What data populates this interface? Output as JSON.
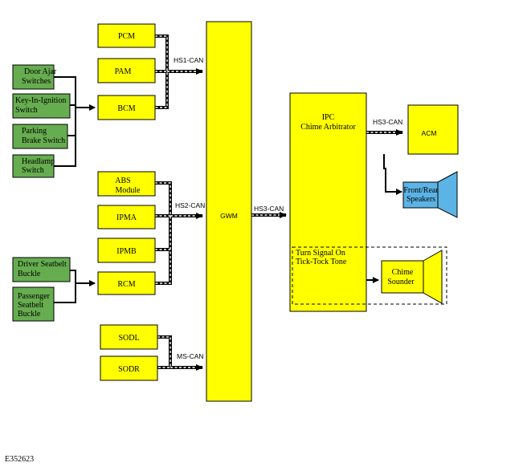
{
  "colors": {
    "module": "#FFFF00",
    "switch": "#66AD4F",
    "speaker": "#5BB4E5",
    "outline": "#000000",
    "can_bus": "#FFFFFF"
  },
  "modules": {
    "pcm": "PCM",
    "pam": "PAM",
    "bcm": "BCM",
    "abs_line1": "ABS",
    "abs_line2": "Module",
    "ipma": "IPMA",
    "ipmb": "IPMB",
    "rcm": "RCM",
    "sodl": "SODL",
    "sodr": "SODR",
    "gwm": "GWM",
    "ipc_line1": "IPC",
    "ipc_line2": "Chime Arbitrator",
    "acm": "ACM"
  },
  "switches": {
    "door_ajar_line1": "Door Ajar",
    "door_ajar_line2": "Switches",
    "key_in_ignition_line1": "Key-In-Ignition",
    "key_in_ignition_line2": "Switch",
    "parking_brake_line1": "Parking",
    "parking_brake_line2": "Brake Switch",
    "headlamp_line1": "Headlamp",
    "headlamp_line2": "Switch",
    "driver_seatbelt_line1": "Driver Seatbelt",
    "driver_seatbelt_line2": "Buckle",
    "passenger_seatbelt_line1": "Passenger",
    "passenger_seatbelt_line2": "Seatbelt",
    "passenger_seatbelt_line3": "Buckle"
  },
  "outputs": {
    "speakers_line1": "Front/Rear",
    "speakers_line2": "Speakers",
    "chime_sounder_line1": "Chime",
    "chime_sounder_line2": "Sounder",
    "turn_signal_line1": "Turn Signal On",
    "turn_signal_line2": "Tick-Tock Tone"
  },
  "buses": {
    "hs1": "HS1-CAN",
    "hs2": "HS2-CAN",
    "ms": "MS-CAN",
    "hs3_gwm": "HS3-CAN",
    "hs3_acm": "HS3-CAN"
  },
  "figure_id": "E352623"
}
